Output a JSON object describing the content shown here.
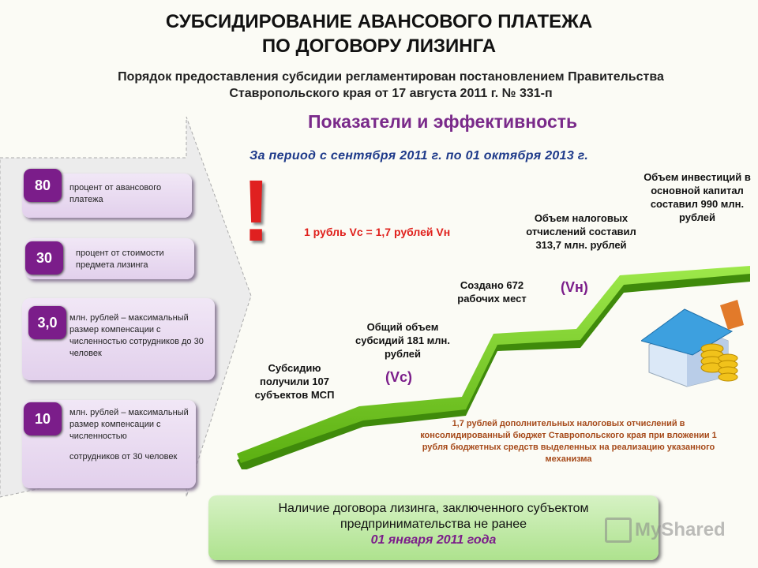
{
  "header": {
    "title_line1": "СУБСИДИРОВАНИЕ АВАНСОВОГО ПЛАТЕЖА",
    "title_line2": "ПО ДОГОВОРУ ЛИЗИНГА",
    "subtitle_line1": "Порядок предоставления субсидии регламентирован постановлением Правительства",
    "subtitle_line2": "Ставропольского края от 17 августа 2011 г. № 331-п"
  },
  "section_title": "Показатели и эффективность",
  "period": "За период с сентября 2011 г. по 01 октября 2013 г.",
  "ratio": "1 рубль Vc = 1,7 рублей Vн",
  "exclamation": "!",
  "cards": [
    {
      "value": "80",
      "text": "процент от авансового платежа"
    },
    {
      "value": "30",
      "text": "процент от стоимости предмета лизинга"
    },
    {
      "value": "3,0",
      "text": "млн. рублей – максимальный размер компенсации с численностью сотрудников до 30 человек"
    },
    {
      "value": "10",
      "text_line1": "млн. рублей – максимальный размер компенсации с численностью",
      "text_line2": "сотрудников от 30 человек"
    }
  ],
  "steps": {
    "s1": "Субсидию получили 107 субъектов МСП",
    "s2": "Общий объем субсидий 181 млн. рублей",
    "s2_tag": "(Vc)",
    "s3": "Создано 672 рабочих мест",
    "s4": "Объем налоговых отчислений составил 313,7 млн. рублей",
    "s4_tag": "(Vн)",
    "s5": "Объем инвестиций в основной капитал составил 990  млн. рублей"
  },
  "note": "1,7 рублей дополнительных налоговых отчислений в консолидированный бюджет Ставропольского края при вложении 1 рубля бюджетных средств выделенных на реализацию указанного механизма",
  "bottom": {
    "line1": "Наличие договора лизинга, заключенного субъектом",
    "line2": "предпринимательства не ранее",
    "line3": "01 января 2011 года"
  },
  "watermark": "MyShared",
  "colors": {
    "badge": "#7b1d8a",
    "stairs": "#6cc11e",
    "tag": "#7b1d8a",
    "bottom_date": "#7b1d8a"
  }
}
